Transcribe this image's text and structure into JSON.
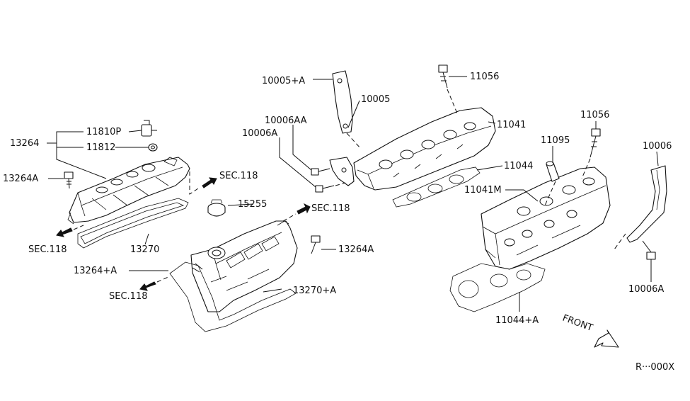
{
  "diagram": {
    "labels": {
      "l13264": "13264",
      "l11810P": "11810P",
      "l11812": "11812",
      "l13264A_left": "13264A",
      "l13270": "13270",
      "lSEC118_a": "SEC.118",
      "lSEC118_b": "SEC.118",
      "lSEC118_c": "SEC.118",
      "lSEC118_d": "SEC.118",
      "l15255": "15255",
      "l13264A_mid": "13264A",
      "l13264pA": "13264+A",
      "l13270pA": "13270+A",
      "l10005pA": "10005+A",
      "l10005": "10005",
      "l10006AA": "10006AA",
      "l10006A_mid": "10006A",
      "l11056_top": "11056",
      "l11041": "11041",
      "l11044": "11044",
      "l11056_right": "11056",
      "l11095": "11095",
      "l10006": "10006",
      "l11041M": "11041M",
      "l10006A_right": "10006A",
      "l11044pA": "11044+A",
      "lFRONT": "FRONT",
      "lRef": "R···000X"
    }
  }
}
